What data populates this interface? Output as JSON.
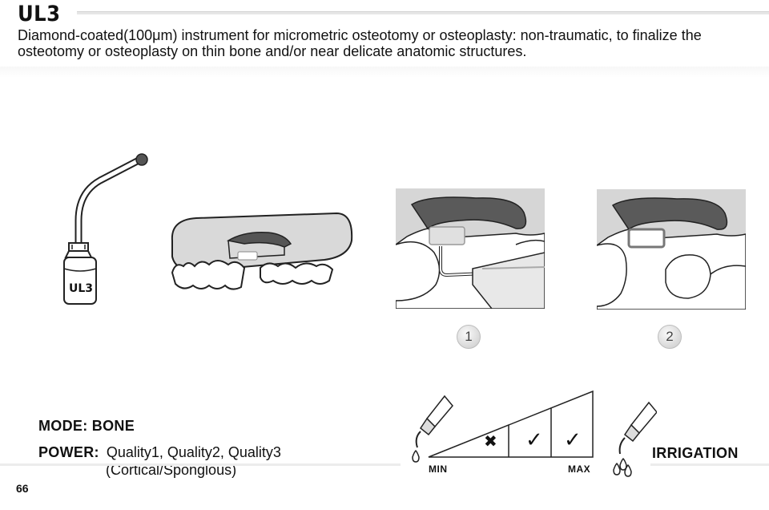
{
  "header": {
    "title": "UL3",
    "description": "Diamond-coated(100μm) instrument for micrometric osteotomy or osteoplasty: non-traumatic, to finalize the osteotomy or osteoplasty on thin bone and/or near delicate anatomic structures."
  },
  "figures": {
    "instrument_label": "UL3",
    "step1_badge": "1",
    "step2_badge": "2"
  },
  "settings": {
    "mode_text": "MODE: BONE",
    "power_label": "POWER:",
    "power_value": "Quality1,  Quality2,  Quality3",
    "power_sub": "(Cortical/Sponglous)",
    "irrigation": "IRRIGATION"
  },
  "scale": {
    "min_label": "MIN",
    "max_label": "MAX",
    "levels": [
      {
        "symbol": "✖",
        "allowed": false
      },
      {
        "symbol": "✓",
        "allowed": true
      },
      {
        "symbol": "✓",
        "allowed": true
      }
    ]
  },
  "footer": {
    "page_number": "66"
  }
}
